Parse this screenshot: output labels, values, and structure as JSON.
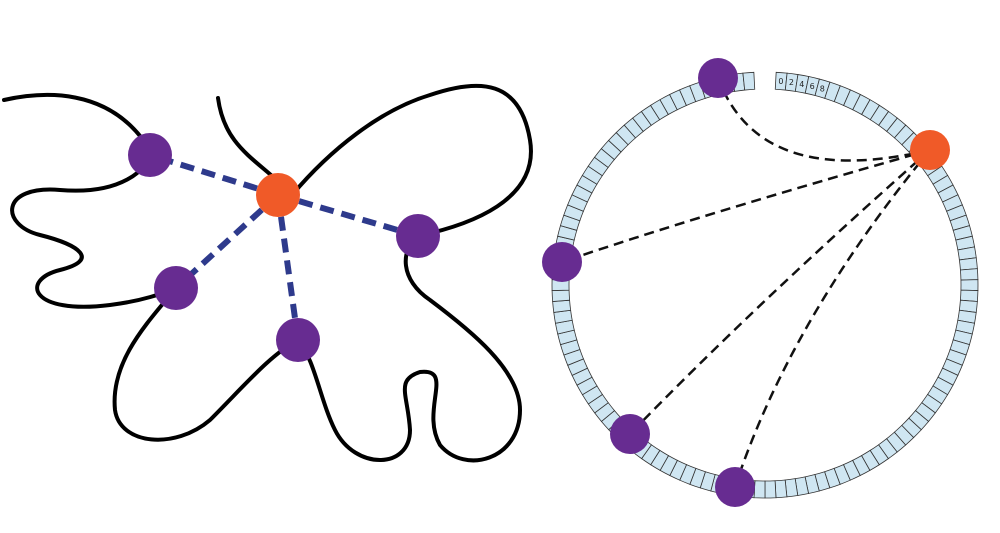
{
  "colors": {
    "background": "#ffffff",
    "polymer": "#000000",
    "contact_left": "#2e3a8c",
    "contact_right": "#111111",
    "hub_node": "#f05a28",
    "contact_node": "#672c91",
    "ring_fill": "#cfe6f2",
    "ring_stroke": "#333333"
  },
  "left_panel": {
    "description_nodes": [
      "hub",
      "contact-1",
      "contact-2",
      "contact-3",
      "contact-4"
    ]
  },
  "right_panel": {
    "ring_segment_count": 120,
    "ring_labels_top": [
      "0",
      "2",
      "4",
      "6",
      "8"
    ]
  }
}
